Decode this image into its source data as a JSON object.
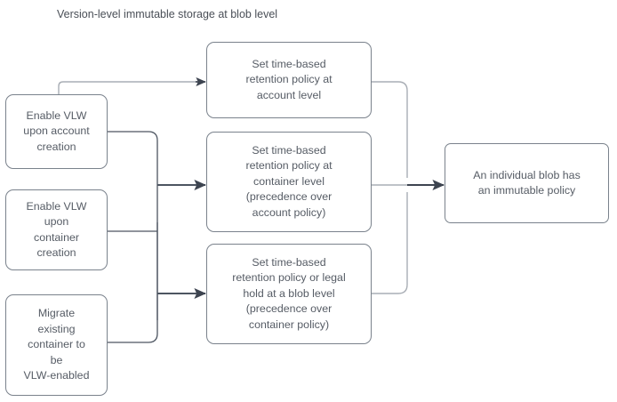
{
  "diagram": {
    "title": "Version-level immutable storage at blob level",
    "type": "flowchart",
    "colors": {
      "node_border": "#7a828c",
      "node_fill": "#ffffff",
      "text": "#565c65",
      "edge_dark": "#4d5561",
      "edge_light": "#a9aeb5",
      "background": "#ffffff"
    },
    "nodes": [
      {
        "id": "enable-account",
        "label": "Enable VLW\nupon account\ncreation",
        "column": "left"
      },
      {
        "id": "enable-container",
        "label": "Enable VLW\nupon\ncontainer\ncreation",
        "column": "left"
      },
      {
        "id": "migrate-container",
        "label": "Migrate\nexisting\ncontainer to\nbe\nVLW-enabled",
        "column": "left"
      },
      {
        "id": "account-policy",
        "label": "Set time-based\nretention policy at\naccount level",
        "column": "middle"
      },
      {
        "id": "container-policy",
        "label": "Set time-based\nretention policy at\ncontainer level\n(precedence over\naccount policy)",
        "column": "middle"
      },
      {
        "id": "blob-policy",
        "label": "Set time-based\nretention policy or legal\nhold at a blob level\n(precedence over\ncontainer policy)",
        "column": "middle"
      },
      {
        "id": "immutable-result",
        "label": "An individual blob has\nan immutable policy",
        "column": "right"
      }
    ],
    "edges": [
      {
        "id": "account-to-account-policy",
        "from": "enable-account",
        "to": "account-policy",
        "style": "light"
      },
      {
        "id": "left-group-to-container-policy",
        "from": "enable-account, enable-container, migrate-container",
        "to": "container-policy",
        "style": "dark"
      },
      {
        "id": "left-group-to-blob-policy",
        "from": "enable-account, enable-container, migrate-container",
        "to": "blob-policy",
        "style": "dark"
      },
      {
        "id": "policies-to-result",
        "from": "account-policy, container-policy, blob-policy",
        "to": "immutable-result",
        "style": "mixed"
      }
    ]
  }
}
